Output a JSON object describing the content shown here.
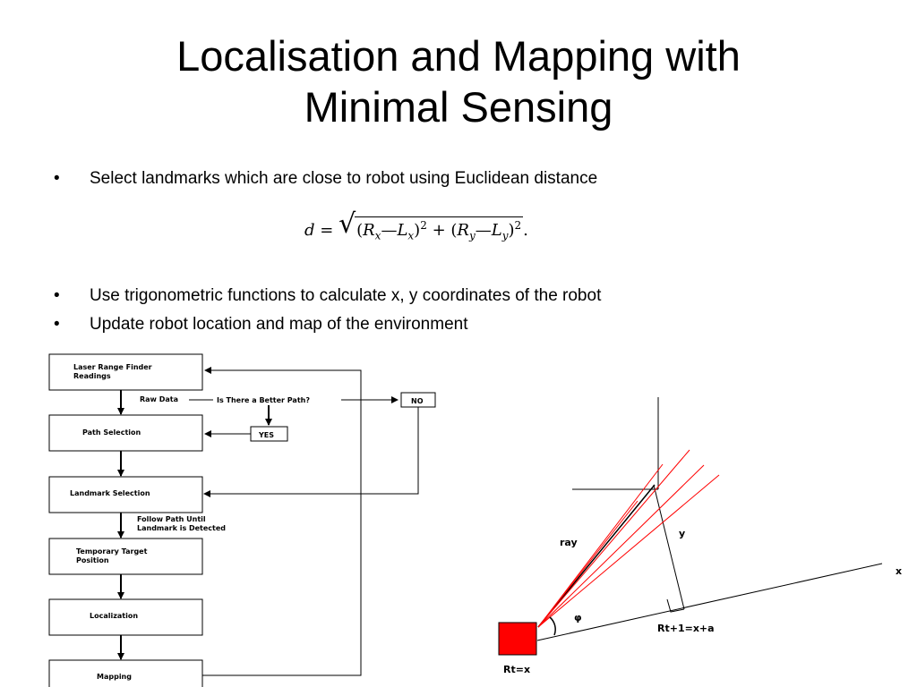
{
  "slide": {
    "title_line1": "Localisation and Mapping with",
    "title_line2": "Minimal Sensing",
    "bullets": [
      "Select landmarks which are close to robot using Euclidean distance",
      "Use trigonometric functions to calculate x, y coordinates of the robot",
      "Update robot location and map of the environment"
    ],
    "bullet_symbol": "•"
  },
  "formula": {
    "lhs": "d =",
    "radical": "√",
    "rx": "R",
    "rx_sub": "x",
    "lx": "L",
    "lx_sub": "x",
    "ry": "R",
    "ry_sub": "y",
    "ly": "L",
    "ly_sub": "y",
    "exp": "2",
    "dash": "—",
    "plus": "+",
    "end": "."
  },
  "flowchart": {
    "boxes": [
      {
        "line1": "Laser Range Finder",
        "line2": "Readings"
      },
      {
        "line1": "Path Selection",
        "line2": ""
      },
      {
        "line1": "Landmark Selection",
        "line2": ""
      },
      {
        "line1": "Temporary Target",
        "line2": "Position"
      },
      {
        "line1": "Localization",
        "line2": ""
      },
      {
        "line1": "Mapping",
        "line2": ""
      }
    ],
    "raw_data": "Raw Data",
    "question": "Is There a Better Path?",
    "no": "NO",
    "yes": "YES",
    "follow_line1": "Follow Path Until",
    "follow_line2": "Landmark is Detected"
  },
  "geometry": {
    "ray": "ray",
    "y": "y",
    "x": "x",
    "phi": "φ",
    "rt1": "Rt+1=x+a",
    "rt": "Rt=x",
    "robot_color": "#ff0000",
    "ray_color": "#ff0000"
  }
}
